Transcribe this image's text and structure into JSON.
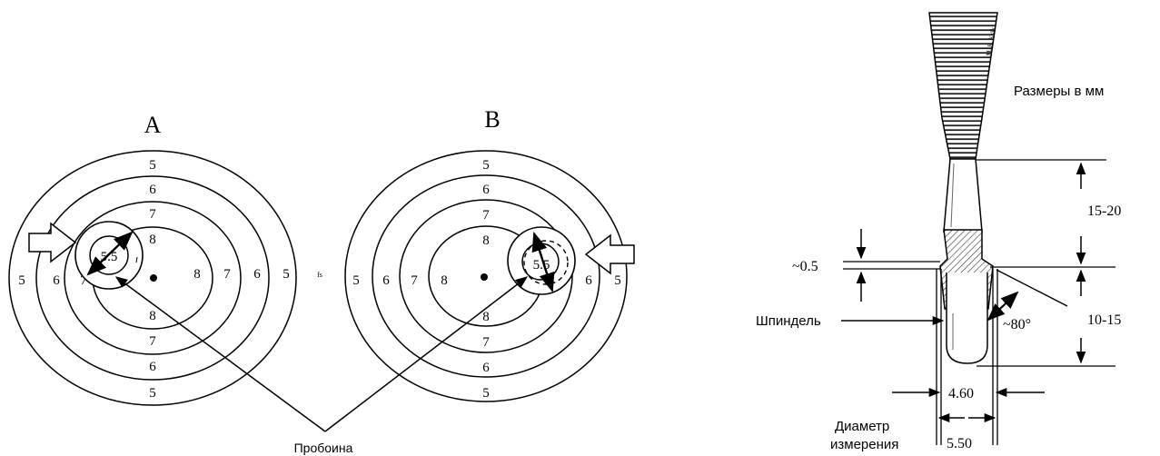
{
  "targetA": {
    "label": "A",
    "rings_top": [
      "5",
      "6",
      "7",
      "8"
    ],
    "rings_bottom": [
      "8",
      "7",
      "6",
      "5"
    ],
    "rings_left": [
      "5",
      "6",
      "7"
    ],
    "rings_right": [
      "8",
      "7",
      "6",
      "5"
    ],
    "gauge_value": "5.5",
    "stray_mark": "fs"
  },
  "targetB": {
    "label": "B",
    "rings_top": [
      "5",
      "6",
      "7",
      "8"
    ],
    "rings_bottom": [
      "8",
      "7",
      "6",
      "5"
    ],
    "rings_left": [
      "5",
      "6",
      "7",
      "8"
    ],
    "rings_right": [
      "6",
      "5"
    ],
    "gauge_value": "5.5"
  },
  "hole_caption": "Пробоина",
  "gauge": {
    "units_note": "Размеры в мм",
    "tool_mark": "M. R. Kräk",
    "dim_upper": "15-20",
    "dim_lower": "10-15",
    "dim_step": "~0.5",
    "angle": "~80°",
    "spindle_label": "Шпиндель",
    "spindle_width": "4.60",
    "measure_label_line1": "Диаметр",
    "measure_label_line2": "измерения",
    "measure_width": "5.50"
  }
}
